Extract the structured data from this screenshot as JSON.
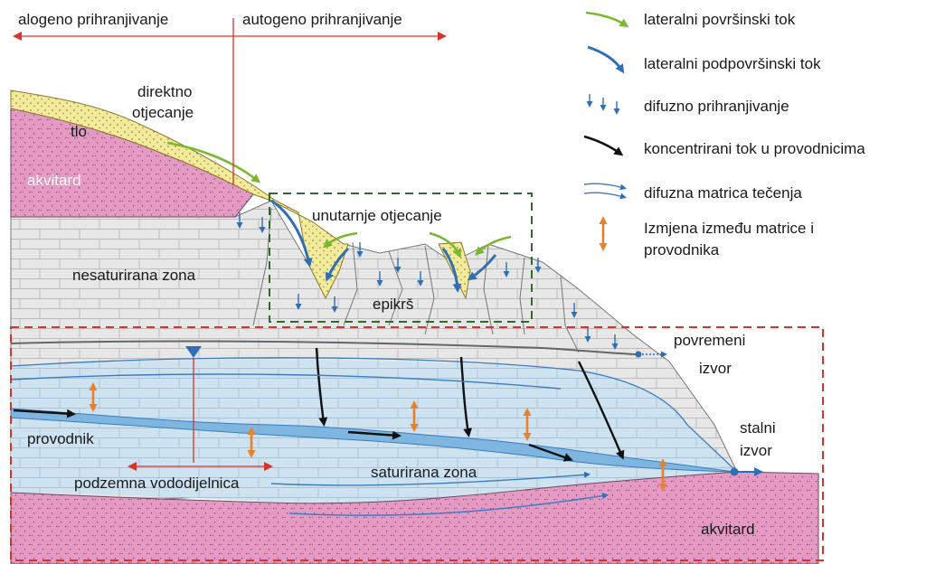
{
  "header": {
    "left_label": "alogeno prihranjivanje",
    "right_label": "autogeno prihranjivanje"
  },
  "legend": [
    {
      "icon": "green-arrow-icon",
      "text": "lateralni površinski tok"
    },
    {
      "icon": "blue-curved-arrow-icon",
      "text": "lateralni podpovršinski tok"
    },
    {
      "icon": "small-blue-arrows-icon",
      "text": "difuzno prihranjivanje"
    },
    {
      "icon": "black-arrow-icon",
      "text": "koncentrirani tok u provodnicima"
    },
    {
      "icon": "thin-blue-arrows-icon",
      "text": "difuzna matrica tečenja"
    },
    {
      "icon": "orange-double-arrow-icon",
      "text": "Izmjena između matrice i",
      "text2": "provodnika"
    }
  ],
  "labels": {
    "direct_runoff_1": "direktno",
    "direct_runoff_2": "otjecanje",
    "soil": "tlo",
    "aquitard_top": "akvitard",
    "internal_runoff": "unutarnje otjecanje",
    "unsaturated_zone": "nesaturirana zona",
    "epikarst": "epikrš",
    "temporary_spring_1": "povremeni",
    "temporary_spring_2": "izvor",
    "permanent_spring_1": "stalni",
    "permanent_spring_2": "izvor",
    "conduit": "provodnik",
    "groundwater_divide": "podzemna vododijelnica",
    "saturated_zone": "saturirana zona",
    "aquitard_bottom": "akvitard"
  },
  "colors": {
    "green_flow": "#7ab82e",
    "blue_flow": "#2f6fb5",
    "black_flow": "#111111",
    "orange_exchange": "#e8822a",
    "aquitard_pink": "#e59ac4",
    "soil_yellow": "#f3ea9c",
    "limestone_gray": "#e6e6e6",
    "water_blue": "#cfe3f1",
    "red_line": "#d9342b",
    "green_dashed_box": "#2e6b2e",
    "red_dashed_box": "#d9342b"
  }
}
